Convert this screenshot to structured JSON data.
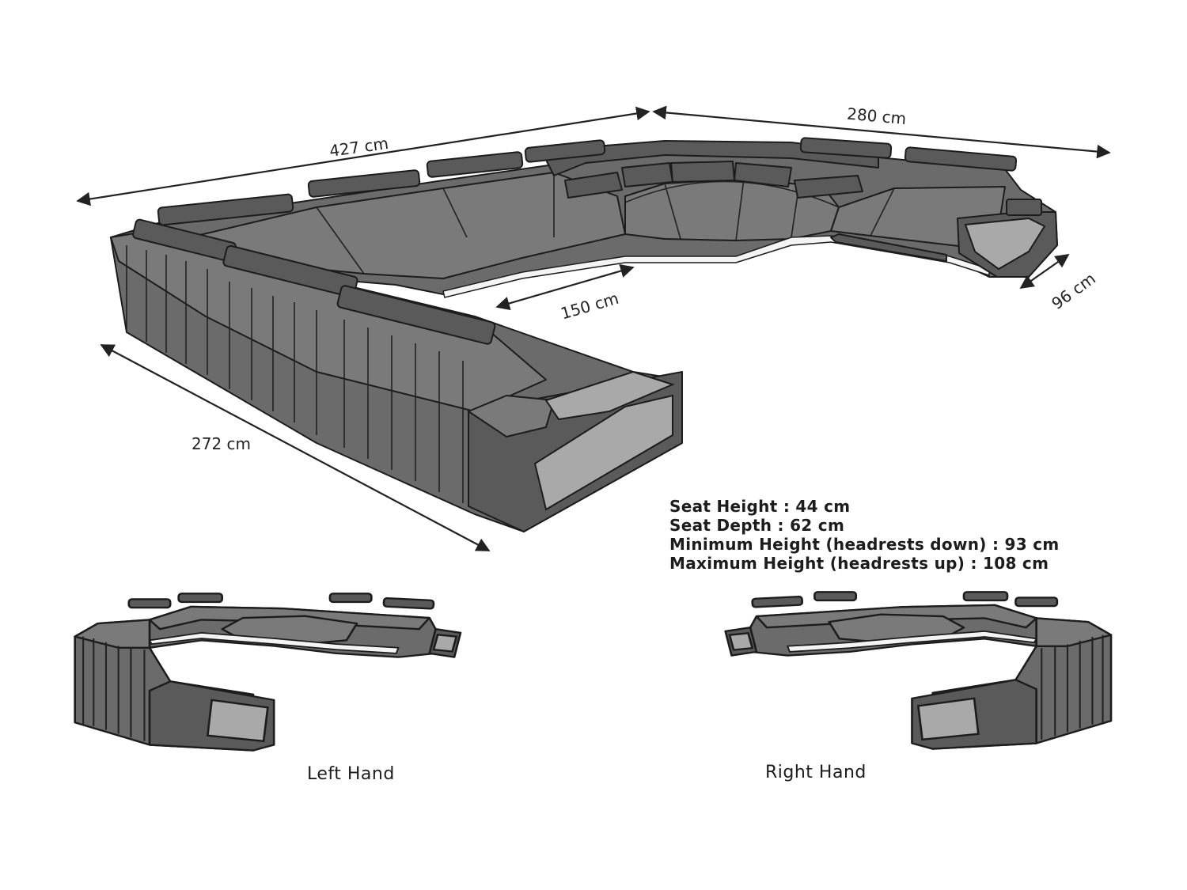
{
  "dimensions": {
    "total_width": "427 cm",
    "right_width": "280 cm",
    "inner_depth": "150 cm",
    "chaise_width": "96 cm",
    "left_depth": "272 cm"
  },
  "specs": [
    "Seat Height  : 44 cm",
    "Seat Depth : 62 cm",
    "Minimum Height (headrests down) : 93 cm",
    "Maximum Height (headrests up) : 108 cm"
  ],
  "variants": {
    "left_label": "Left Hand",
    "right_label": "Right Hand"
  },
  "colors": {
    "upholstery": "#6b6b6b",
    "outline": "#1c1c1c",
    "led": "#f4f4f4"
  }
}
